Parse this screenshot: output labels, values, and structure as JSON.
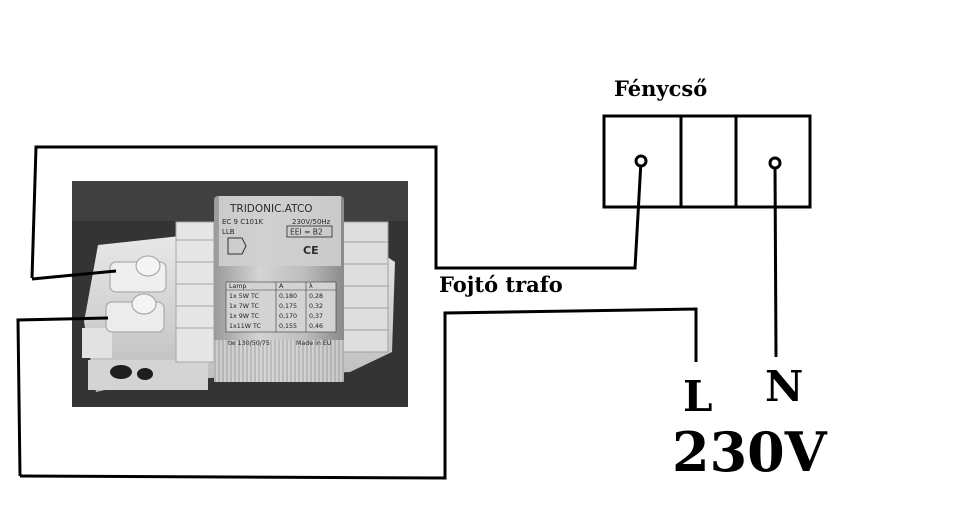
{
  "labels": {
    "tube": "Fénycső",
    "choke": "Fojtó trafo",
    "line": "L",
    "neutral": "N",
    "voltage": "230V"
  },
  "ballast": {
    "brand": "TRIDONIC.ATCO",
    "model": "EC 9 C101K",
    "rating": "230V/50Hz",
    "code": "LLB",
    "efficiency": "EEI = B2",
    "ce_mark": "CE",
    "table_headers": [
      "Lamp",
      "A",
      "λ"
    ],
    "table_rows": [
      [
        "1x 5W TC",
        "0,180",
        "0,28"
      ],
      [
        "1x 7W TC",
        "0,175",
        "0,32"
      ],
      [
        "1x 9W TC",
        "0,170",
        "0,37"
      ],
      [
        "1x11W TC",
        "0,155",
        "0,46"
      ]
    ],
    "footer_left": "tw 130/50/75",
    "footer_right": "Made in EU"
  }
}
